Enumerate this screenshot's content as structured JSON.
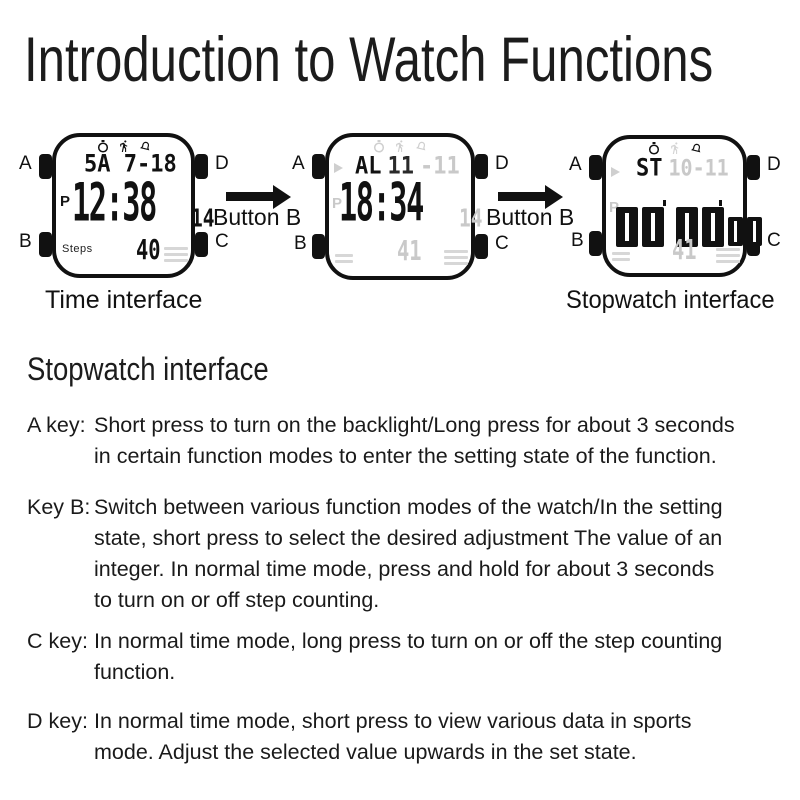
{
  "title": "Introduction to Watch Functions",
  "colors": {
    "ink": "#111111",
    "ghost": "#c9c9c9"
  },
  "diagram": {
    "arrow_label": "Button B",
    "watch_time": {
      "caption": "Time interface",
      "button_a": "A",
      "button_b": "B",
      "button_c": "C",
      "button_d": "D",
      "icons": [
        "stopwatch-icon",
        "runner-icon",
        "bell-icon"
      ],
      "display": {
        "date": "5A 7-18",
        "pm_flag": "P",
        "time": "12:38",
        "seconds": "14",
        "steps_label": "Steps",
        "steps_value": "40"
      }
    },
    "watch_alarm": {
      "button_a": "A",
      "button_b": "B",
      "button_c": "C",
      "button_d": "D",
      "display": {
        "mode": "AL",
        "mode_digits": "11",
        "ghost_date": "-11",
        "ghost_pm": "P",
        "time": "18:34",
        "ghost_seconds": "14",
        "ghost_bottom": "41"
      }
    },
    "watch_stopwatch": {
      "caption": "Stopwatch interface",
      "button_a": "A",
      "button_b": "B",
      "button_c": "C",
      "button_d": "D",
      "display": {
        "mode": "ST",
        "ghost_date": "10-11",
        "ghost_pm": "P",
        "ghost_bottom": "41"
      }
    }
  },
  "section": {
    "heading": "Stopwatch interface",
    "keys": [
      {
        "label": "A key:",
        "lines": [
          "Short press to turn on the backlight/Long press for about 3 seconds",
          "in certain function modes to enter the setting state of the function."
        ]
      },
      {
        "label": "Key B:",
        "lines": [
          "Switch between various function modes of the watch/In the setting",
          "state, short press to select the desired adjustment The value of an",
          "integer. In normal time mode, press and hold for about 3 seconds",
          "to turn on or off step counting."
        ]
      },
      {
        "label": "C key:",
        "lines": [
          "In normal time mode, long press to turn on or off the step counting",
          "function."
        ]
      },
      {
        "label": "D key:",
        "lines": [
          "In normal time mode, short press to view various data in sports",
          "mode. Adjust the selected value upwards in the set state."
        ]
      }
    ]
  }
}
